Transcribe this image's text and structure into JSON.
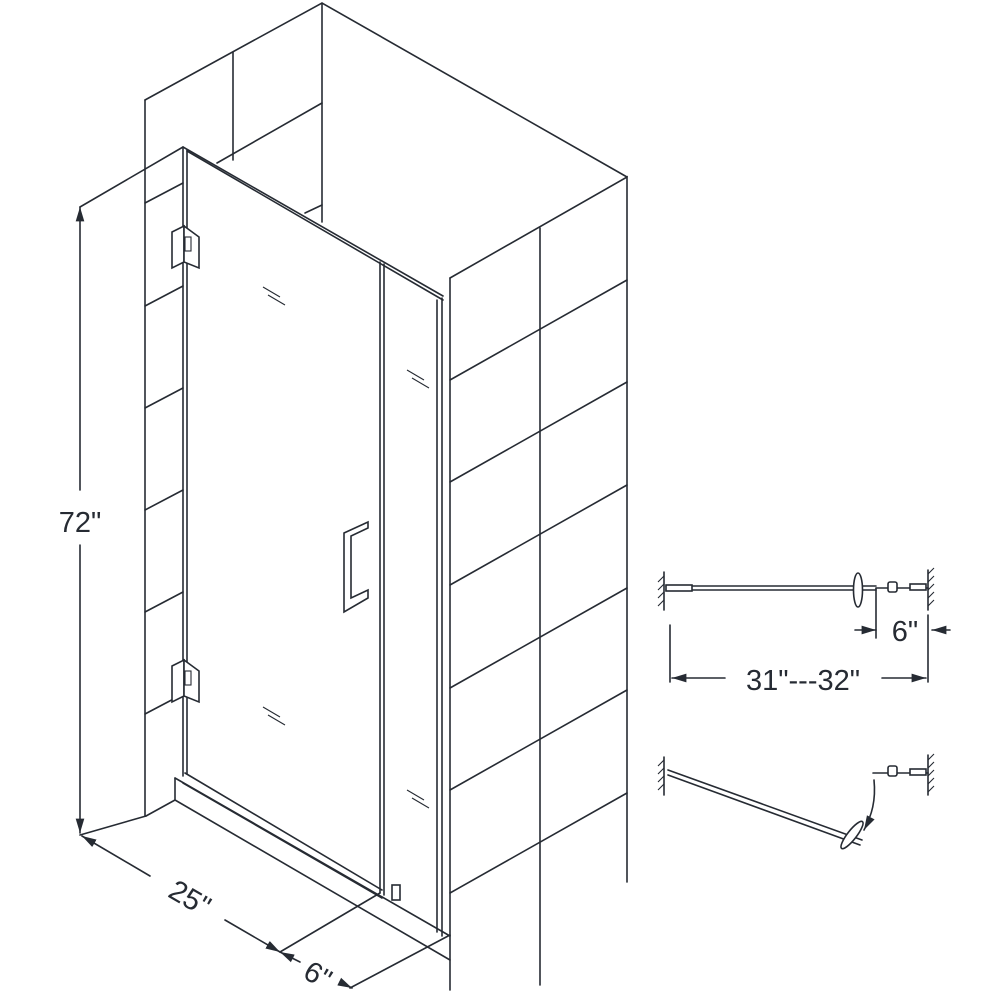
{
  "diagram": {
    "title": "Hinged shower door installation dimensions",
    "dimensions": {
      "height": "72\"",
      "depth": "25\"",
      "return_depth": "6\"",
      "plan_offset": "6\"",
      "opening_width": "31\"---32\""
    },
    "color": "#262b33"
  }
}
